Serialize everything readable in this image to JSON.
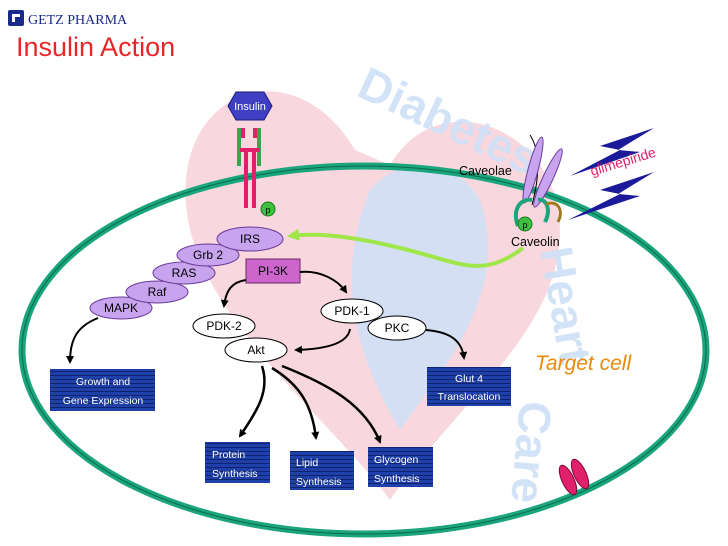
{
  "header": {
    "logo_text": "GETZ PHARMA",
    "title": "Insulin Action"
  },
  "watermark": {
    "text_diabetes": "Diabetes",
    "text_heart": "Heart",
    "text_care": "Care"
  },
  "receptor": {
    "ligand_label": "Insulin",
    "phospho_label": "p"
  },
  "caveolae": {
    "caveolae_label": "Caveolae",
    "caveolin_label": "Caveolin",
    "phospho_label": "p",
    "drug_label": "glimepiride"
  },
  "nodes": {
    "irs": "IRS",
    "grb2": "Grb 2",
    "ras": "RAS",
    "raf": "Raf",
    "mapk": "MAPK",
    "pi3k": "PI-3K",
    "pdk1": "PDK-1",
    "pdk2": "PDK-2",
    "pkc": "PKC",
    "akt": "Akt"
  },
  "outcomes": {
    "growth_line1": "Growth and",
    "growth_line2": "Gene Expression",
    "glut_line1": "Glut 4",
    "glut_line2": "Translocation",
    "protein_line1": "Protein",
    "protein_line2": "Synthesis",
    "lipid_line1": "Lipid",
    "lipid_line2": "Synthesis",
    "glycogen_line1": "Glycogen",
    "glycogen_line2": "Synthesis"
  },
  "cell_label": "Target cell",
  "colors": {
    "title_red": "#e8262a",
    "cell_membrane": "#1aa57c",
    "protein_purple": "#c8a4ee",
    "box_blue": "#1f40a8",
    "pi3k_purple": "#cc66cc",
    "insulin_hex": "#3f3fc4",
    "receptor_green": "#3aa54a",
    "receptor_red": "#e0206a",
    "phospho_green": "#3fbf3f",
    "lime_arrow": "#9fe64a",
    "drug_blue": "#1a1a9a",
    "orange_label": "#e88a0c",
    "watermark_pink": "#f7c9d3",
    "watermark_blue": "#cfe0f7"
  }
}
